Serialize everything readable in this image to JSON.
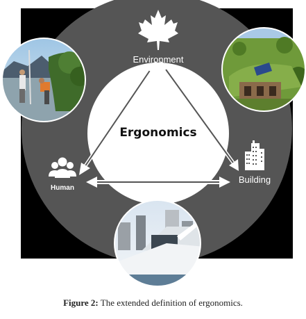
{
  "diagram": {
    "center_label": "Ergonomics",
    "nodes": {
      "environment": "Environment",
      "human": "Human",
      "building": "Building"
    },
    "icons": {
      "environment": "maple-leaf-icon",
      "human": "people-group-icon",
      "building": "office-buildings-icon"
    },
    "photos": {
      "top_left": "people-working-in-lake-photo",
      "top_right": "green-roof-house-photo",
      "bottom": "sloped-roof-opera-house-photo"
    },
    "colors": {
      "background": "#000000",
      "outer_ring": "#555555",
      "inner_circle": "#ffffff",
      "arrows": "#ffffff"
    }
  },
  "caption": {
    "label": "Figure 2:",
    "text": "The extended definition of ergonomics."
  }
}
